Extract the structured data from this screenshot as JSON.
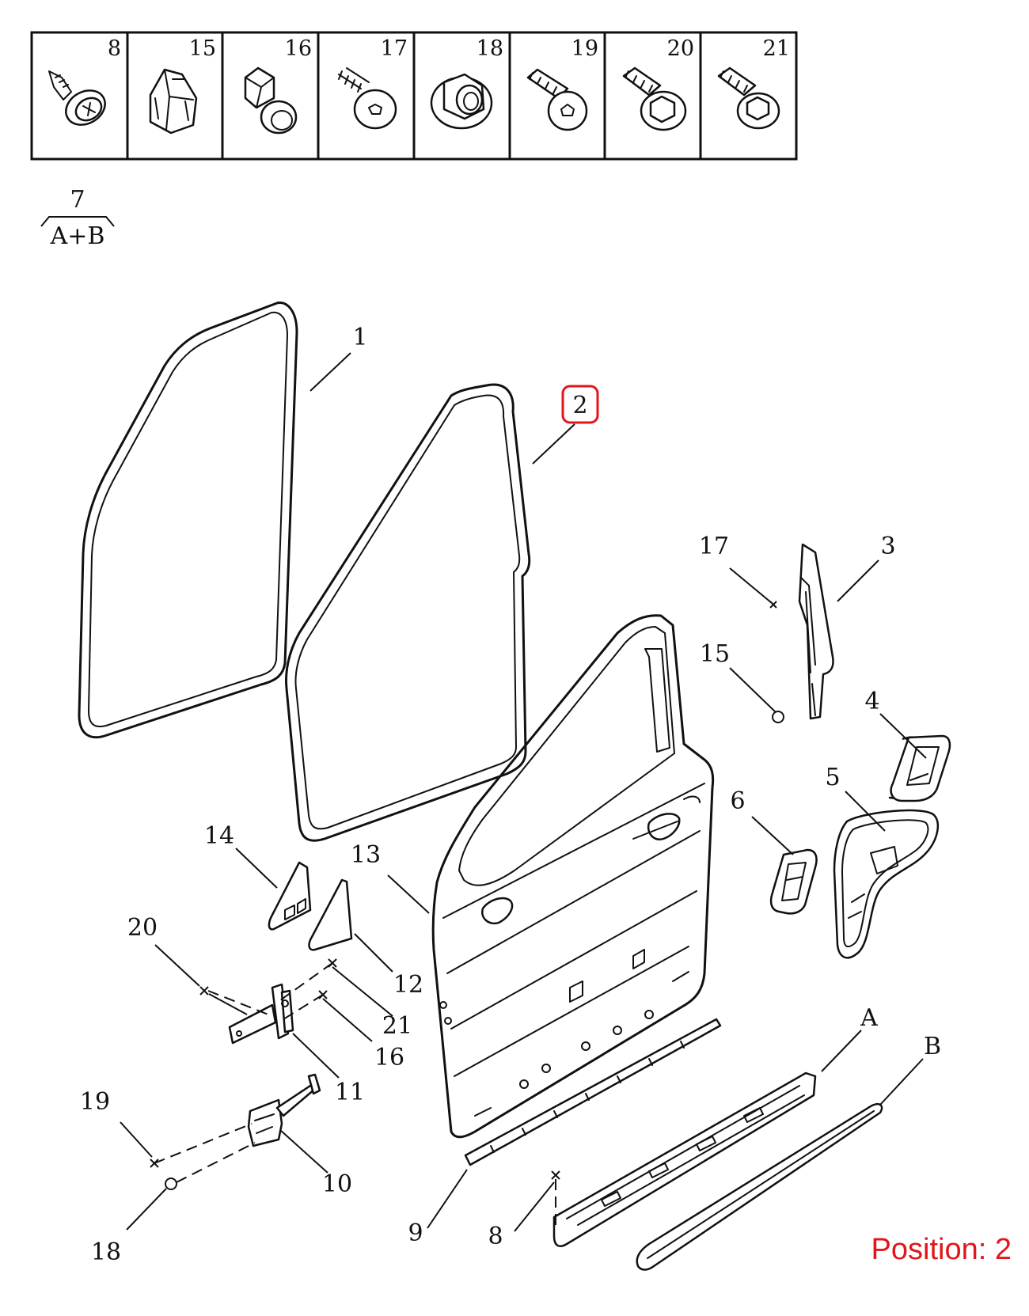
{
  "fastener_table": [
    {
      "number": "8",
      "icon": "screw-with-washer-icon"
    },
    {
      "number": "15",
      "icon": "plastic-clip-icon"
    },
    {
      "number": "16",
      "icon": "push-rivet-icon"
    },
    {
      "number": "17",
      "icon": "torx-pan-screw-icon"
    },
    {
      "number": "18",
      "icon": "flange-nut-icon"
    },
    {
      "number": "19",
      "icon": "torx-bolt-icon"
    },
    {
      "number": "20",
      "icon": "hex-flange-bolt-icon"
    },
    {
      "number": "21",
      "icon": "hex-flange-bolt-icon"
    }
  ],
  "kit_note": {
    "number": "7",
    "label": "A+B"
  },
  "callouts": {
    "c1": "1",
    "c2": "2",
    "c3": "3",
    "c4": "4",
    "c5": "5",
    "c6": "6",
    "c8": "8",
    "c9": "9",
    "c10": "10",
    "c11": "11",
    "c12": "12",
    "c13": "13",
    "c14": "14",
    "c15": "15",
    "c16": "16",
    "c17": "17",
    "c18": "18",
    "c19": "19",
    "c20": "20",
    "c21": "21",
    "cA": "A",
    "cB": "B"
  },
  "highlighted_callout": "2",
  "highlight_color": "#e4141b",
  "position_label": "Position: 2"
}
